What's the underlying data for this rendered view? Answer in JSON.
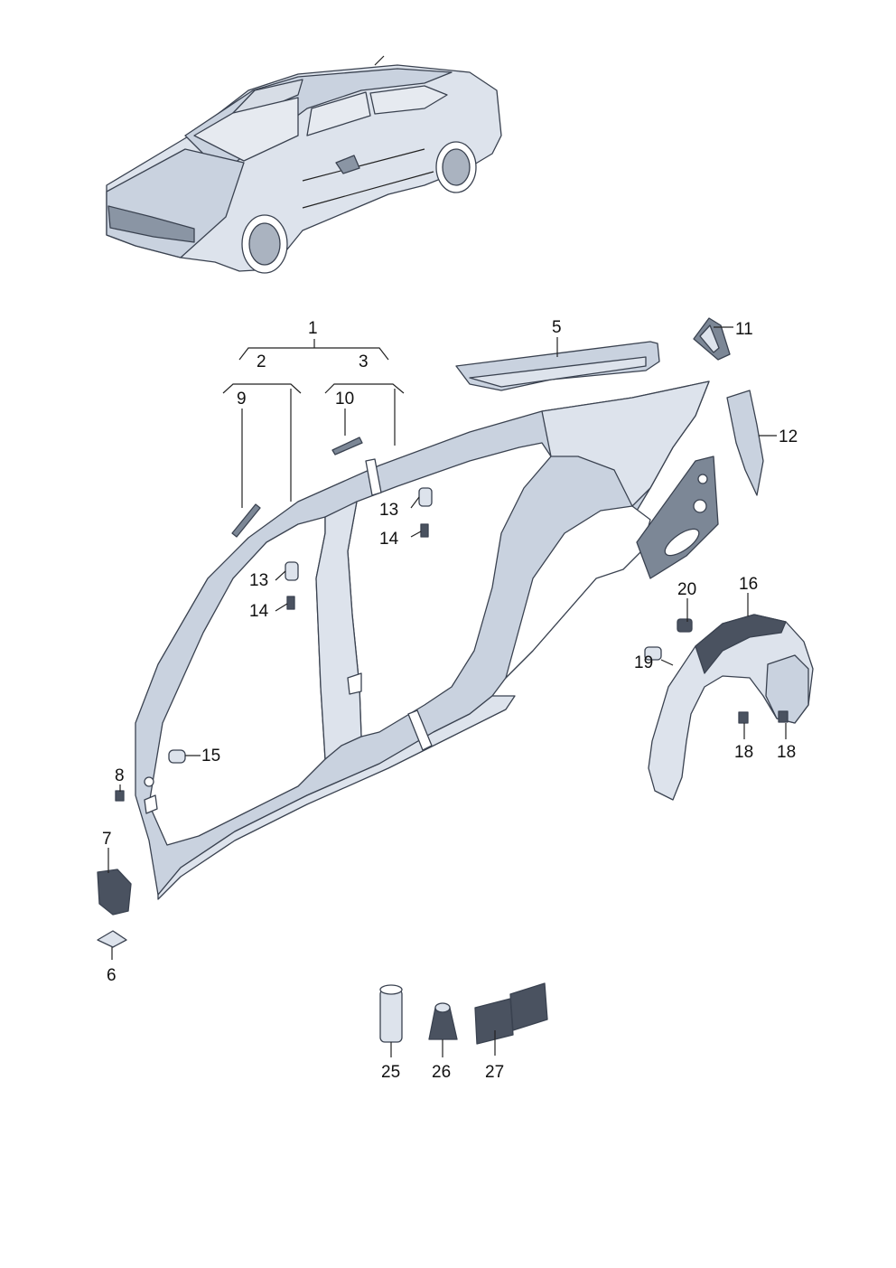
{
  "diagram": {
    "callouts": [
      "1",
      "2",
      "3",
      "5",
      "6",
      "7",
      "8",
      "9",
      "10",
      "11",
      "12",
      "13",
      "14",
      "15",
      "16",
      "18",
      "19",
      "20",
      "25",
      "26",
      "27"
    ],
    "callout_labels": {
      "c1": "1",
      "c2": "2",
      "c3": "3",
      "c5": "5",
      "c6": "6",
      "c7": "7",
      "c8": "8",
      "c9": "9",
      "c10": "10",
      "c11": "11",
      "c12": "12",
      "c13a": "13",
      "c14a": "14",
      "c13b": "13",
      "c14b": "14",
      "c15": "15",
      "c16": "16",
      "c18a": "18",
      "c18b": "18",
      "c19": "19",
      "c20": "20",
      "c25": "25",
      "c26": "26",
      "c27": "27"
    },
    "colors": {
      "panel": "#c9d2df",
      "panel_light": "#dde3ec",
      "outline": "#3a4250",
      "dark_part": "#4a5260"
    }
  }
}
